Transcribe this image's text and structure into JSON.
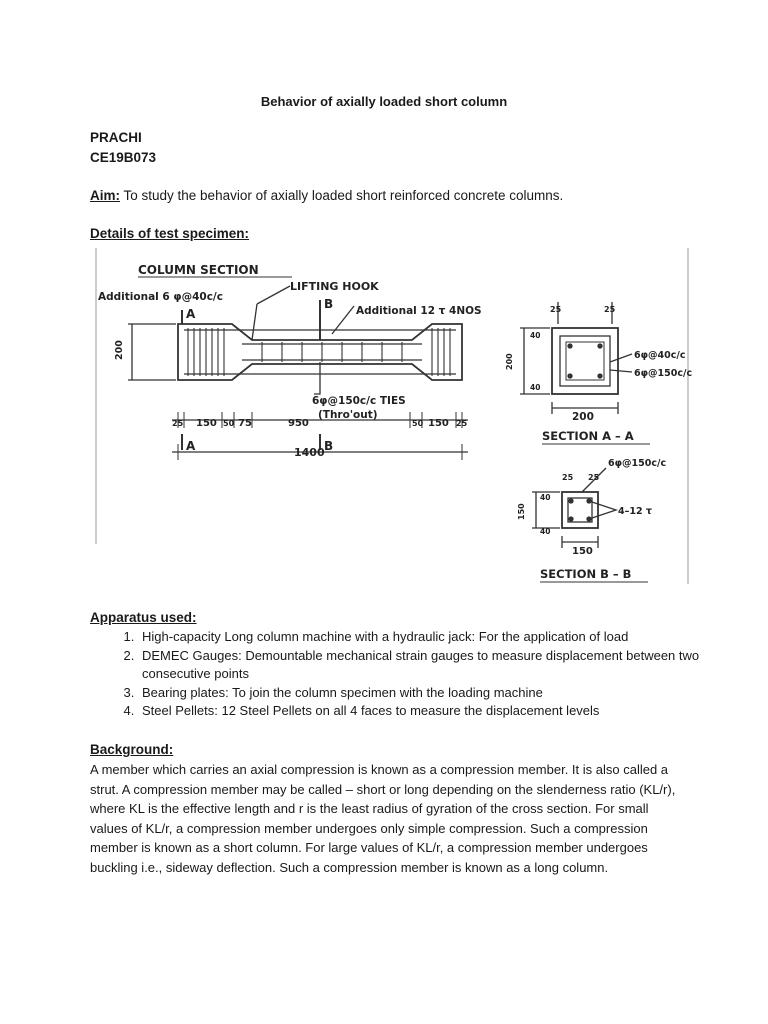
{
  "doc": {
    "title": "Behavior of axially loaded short column",
    "author": "PRACHI",
    "roll": "CE19B073",
    "aim_label": "Aim:",
    "aim_text": " To study the behavior of axially loaded short reinforced concrete columns.",
    "specimen_heading": "Details of test specimen:",
    "apparatus_heading": "Apparatus used:",
    "apparatus": [
      "High-capacity Long column machine with a hydraulic jack: For the application of load",
      "DEMEC Gauges: Demountable mechanical strain gauges to measure displacement between two consecutive points",
      "Bearing plates: To join the column specimen with the loading machine",
      "Steel Pellets: 12 Steel Pellets on all 4 faces to measure the displacement levels"
    ],
    "background_heading": "Background:",
    "background_text": "A member which carries an axial compression is known as a compression member. It is also called a strut. A compression member may be called – short or long depending on the slenderness ratio (KL/r), where KL is the effective length and r is the least radius of gyration of the cross section. For small values of KL/r, a compression member undergoes only simple compression. Such a compression member is known as a short column. For large values of KL/r, a compression member undergoes buckling i.e., sideway deflection. Such a compression member is known as a long column."
  },
  "drawing": {
    "column_section": "COLUMN    SECTION",
    "additional_ties": "Additional 6 φ@40c/c",
    "lifting_hook": "LIFTING  HOOK",
    "additional_bars": "Additional  12 τ 4NOS",
    "mark_a": "A",
    "mark_b": "B",
    "dim_200": "200",
    "ties_note": "6φ@150c/c TIES",
    "thro_out": "(Thro'out)",
    "dim_25": "25",
    "dim_150": "150",
    "dim_50": "50",
    "dim_75": "75",
    "dim_950": "950",
    "dim_1400": "1400",
    "secA_40": "6φ@40c/c",
    "secA_150": "6φ@150c/c",
    "section_aa": "SECTION  A – A",
    "secB_150": "6φ@150c/c",
    "secB_bars": "4–12 τ",
    "section_bb": "SECTION  B – B",
    "dim_40": "40"
  }
}
